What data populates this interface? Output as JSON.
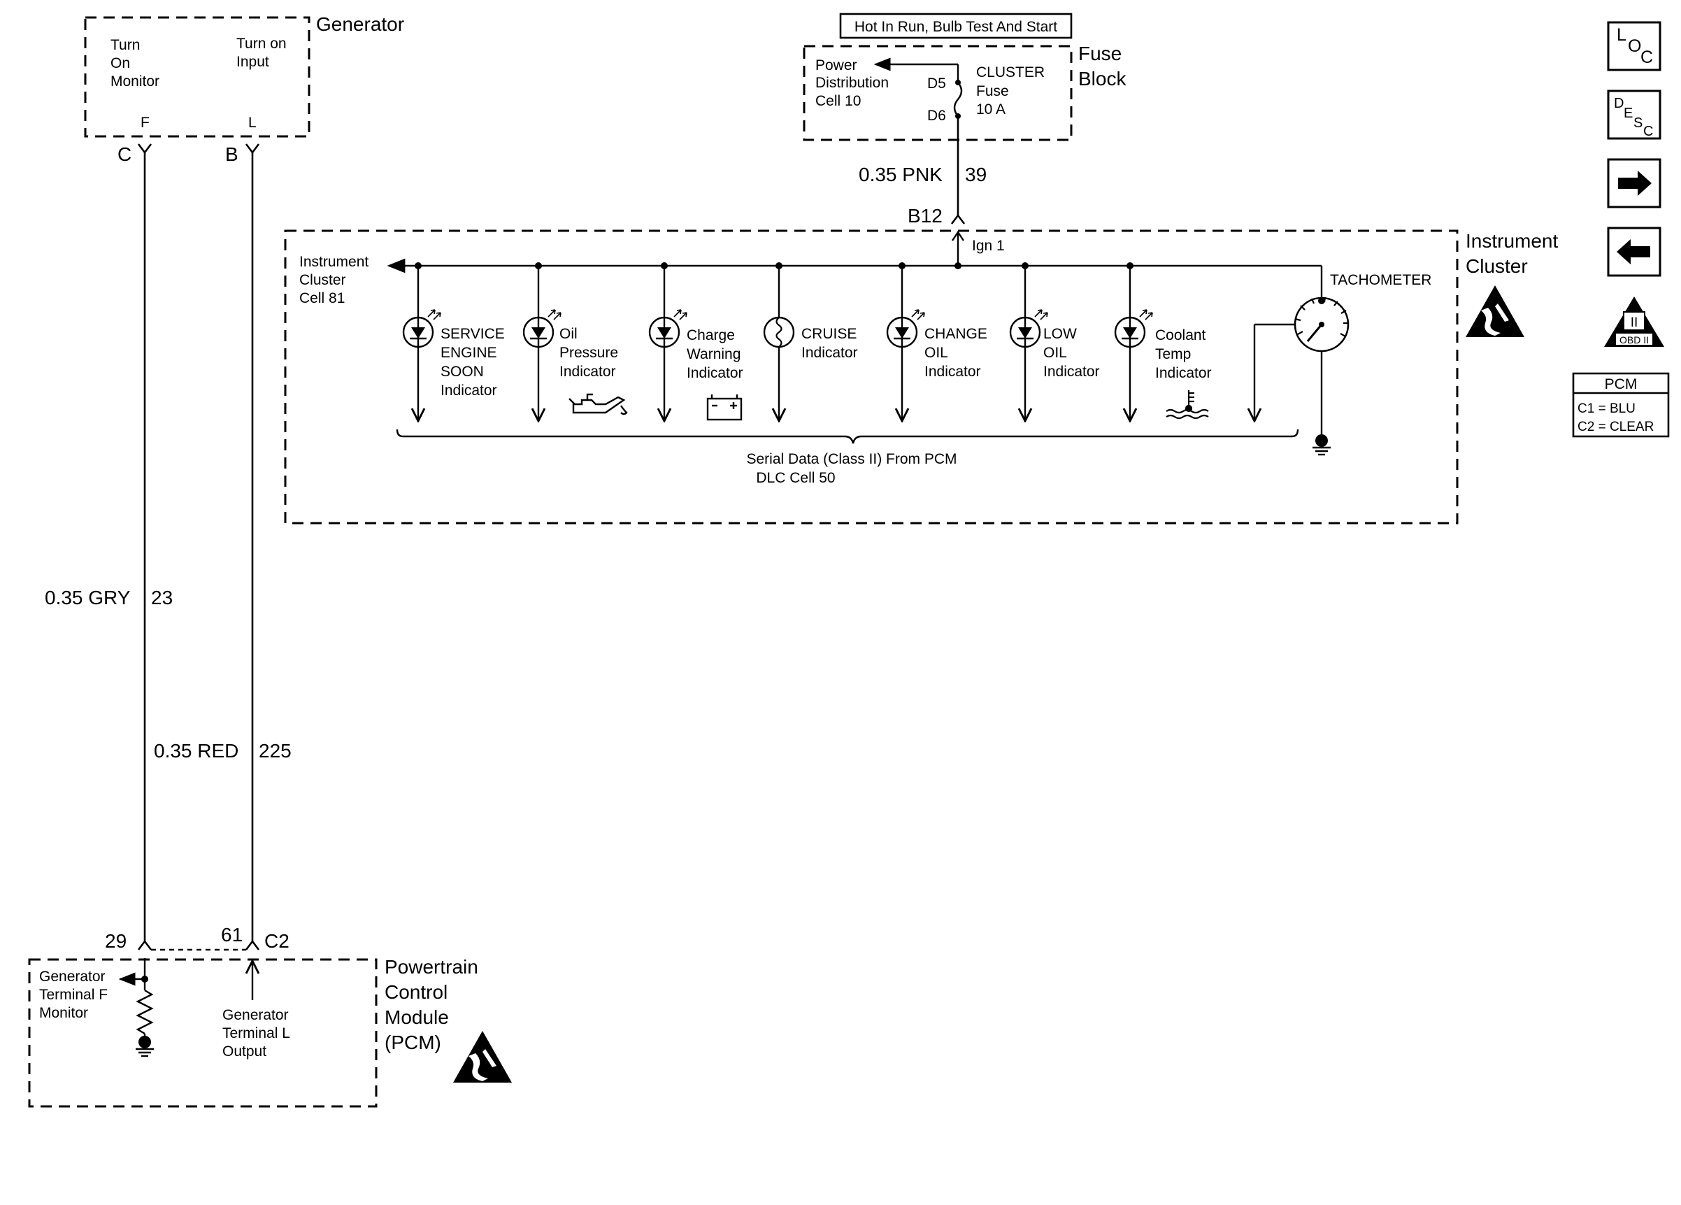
{
  "generator": {
    "title": "Generator",
    "turn_on_monitor": [
      "Turn",
      "On",
      "Monitor"
    ],
    "turn_on_input": [
      "Turn on",
      "Input"
    ],
    "pin_f": "F",
    "pin_l": "L",
    "conn_c": "C",
    "conn_b": "B"
  },
  "fuse_block": {
    "hot_label": "Hot In Run, Bulb Test And Start",
    "title": [
      "Fuse",
      "Block"
    ],
    "power_dist": [
      "Power",
      "Distribution",
      "Cell 10"
    ],
    "d5": "D5",
    "d6": "D6",
    "fuse": [
      "CLUSTER",
      "Fuse",
      "10 A"
    ]
  },
  "wires": {
    "pnk": "0.35 PNK",
    "pnk_circuit": "39",
    "gry": "0.35 GRY",
    "gry_circuit": "23",
    "red": "0.35 RED",
    "red_circuit": "225"
  },
  "cluster": {
    "title": [
      "Instrument",
      "Cluster"
    ],
    "b12": "B12",
    "ign": "Ign 1",
    "cell81": [
      "Instrument",
      "Cluster",
      "Cell 81"
    ],
    "tachometer": "TACHOMETER",
    "serial_data": [
      "Serial Data (Class II) From PCM",
      "DLC Cell 50"
    ],
    "indicators": [
      [
        "SERVICE",
        "ENGINE",
        "SOON",
        "Indicator"
      ],
      [
        "Oil",
        "Pressure",
        "Indicator"
      ],
      [
        "Charge",
        "Warning",
        "Indicator"
      ],
      [
        "CRUISE",
        "Indicator"
      ],
      [
        "CHANGE",
        "OIL",
        "Indicator"
      ],
      [
        "LOW",
        "OIL",
        "Indicator"
      ],
      [
        "Coolant",
        "Temp",
        "Indicator"
      ]
    ]
  },
  "pcm": {
    "title": [
      "Powertrain",
      "Control",
      "Module",
      "(PCM)"
    ],
    "pin29": "29",
    "pin61": "61",
    "c2": "C2",
    "f_monitor": [
      "Generator",
      "Terminal F",
      "Monitor"
    ],
    "l_output": [
      "Generator",
      "Terminal L",
      "Output"
    ]
  },
  "sidebar": {
    "loc": [
      "L",
      "O",
      "C"
    ],
    "desc": [
      "D",
      "E",
      "S",
      "C"
    ],
    "obd": "OBD II",
    "obd_class": "II",
    "pcm_header": "PCM",
    "c1": "C1 = BLU",
    "c2": "C2 = CLEAR"
  }
}
